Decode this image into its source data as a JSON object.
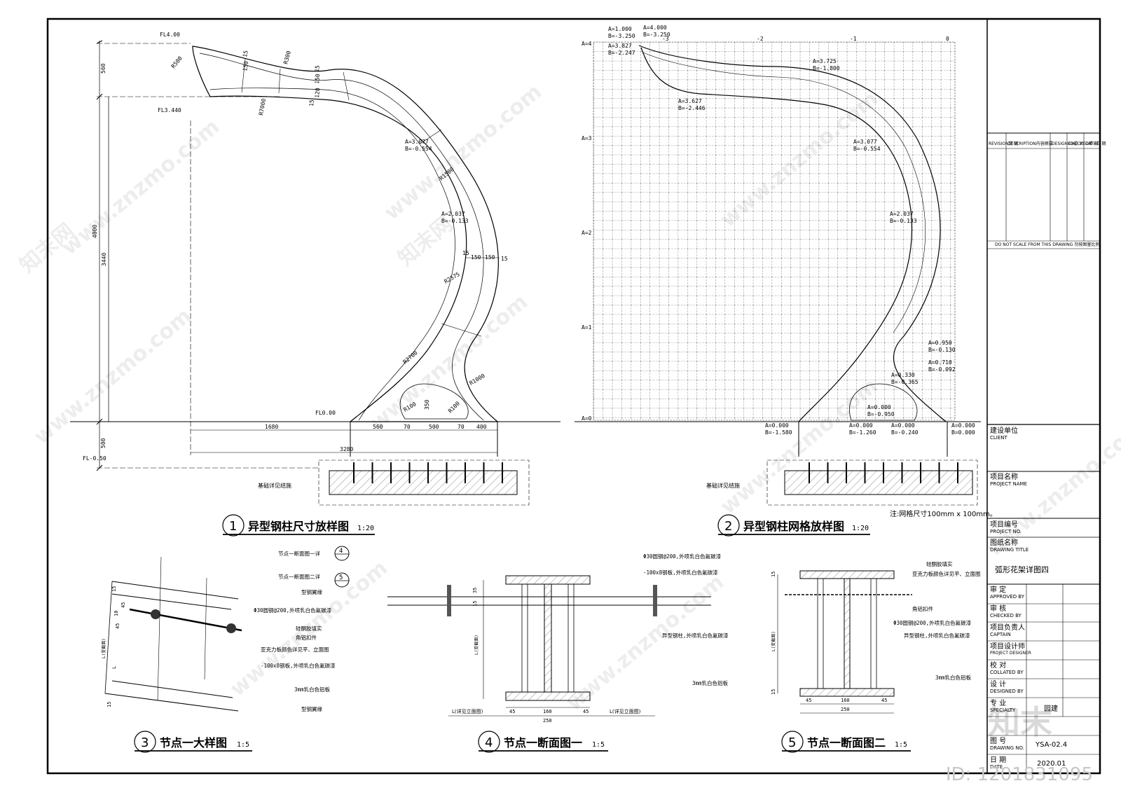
{
  "views": {
    "v1": {
      "no": "1",
      "title": "异型钢柱尺寸放样图",
      "scale": "1:20"
    },
    "v2": {
      "no": "2",
      "title": "异型钢柱网格放样图",
      "scale": "1:20"
    },
    "v3": {
      "no": "3",
      "title": "节点一大样图",
      "scale": "1:5"
    },
    "v4": {
      "no": "4",
      "title": "节点一断面图一",
      "scale": "1:5"
    },
    "v5": {
      "no": "5",
      "title": "节点一断面图二",
      "scale": "1:5"
    }
  },
  "grid_note": "注:网格尺寸100mm x 100mm。",
  "v1": {
    "fl_top": "FL4.00",
    "fl_mid": "FL3.440",
    "fl_ground": "FL0.00",
    "fl_base": "FL-0.50",
    "dim_560": "560",
    "dim_4000": "4000",
    "dim_3440": "3440",
    "dim_500": "500",
    "r500": "R500",
    "r300": "R300",
    "r7000": "R7000",
    "r1500": "R1500",
    "r2575": "R2575",
    "r2700": "R2700",
    "r1000": "R1000",
    "r100a": "R100",
    "r100b": "R100",
    "d150a": "150",
    "d15a": "15",
    "d150b": "150",
    "d15b": "15",
    "d120": "120",
    "d15c": "15",
    "d15d": "15",
    "d150c": "150",
    "d150d": "150",
    "d15e": "15",
    "d350": "350",
    "pt1_a": "A=3.077",
    "pt1_b": "B=-0.554",
    "pt2_a": "A=2.037",
    "pt2_b": "B=-0.133",
    "b1680": "1680",
    "b560": "560",
    "b70a": "70",
    "b500": "500",
    "b70b": "70",
    "b400": "400",
    "b3280": "3280",
    "foundation": "基础详见结施"
  },
  "v2": {
    "a4": "A=4",
    "a3": "A=3",
    "a2": "A=2",
    "a1": "A=1",
    "a0": "A=0",
    "b_3": "-3",
    "b_2": "-2",
    "b_1": "-1",
    "b0": "0",
    "p1a": "A=1.000",
    "p1b": "B=-3.250",
    "p2a": "A=4.000",
    "p2b": "B=-3.250",
    "p3a": "A=3.827",
    "p3b": "B=-2.247",
    "p4a": "A=3.725",
    "p4b": "B=-1.800",
    "p5a": "A=3.627",
    "p5b": "B=-2.446",
    "p6a": "A=3.077",
    "p6b": "B=-0.554",
    "p7a": "A=2.037",
    "p7b": "B=-0.133",
    "p8a": "A=0.950",
    "p8b": "B=-0.130",
    "p9a": "A=0.710",
    "p9b": "B=-0.092",
    "p10a": "A=0.330",
    "p10b": "B=-0.365",
    "p11a": "A=0.000",
    "p11b": "B=-0.950",
    "q1a": "A=0.000",
    "q1b": "B=-1.580",
    "q2a": "A=0.000",
    "q2b": "B=-1.260",
    "q3a": "A=0.000",
    "q3b": "B=-0.240",
    "q4a": "A=0.000",
    "q4b": "B=0.000",
    "foundation": "基础详见结施"
  },
  "v3": {
    "l1": "节点一断面图一详",
    "l1n": "4",
    "l2": "节点一断面图二详",
    "l2n": "5",
    "l3": "型钢翼缘",
    "l4": "Φ30圆钢@200,外喷乳白色氟碳漆",
    "l5": "硅酮胶填实",
    "l6": "角铝扣件",
    "l7": "亚克力板颜色详见平、立面图",
    "l8": "-100x8钢板,外喷乳白色氟碳漆",
    "l9": "3mm乳白色铝板",
    "l10": "型钢翼缘",
    "d45": "45",
    "d10": "10",
    "d45b": "45",
    "dL": "L",
    "dL2": "L(变截面)",
    "d15": "15",
    "d15b": "15"
  },
  "v4": {
    "l1": "Φ30圆钢@200,外喷乳白色氟碳漆",
    "l2": "-100x8钢板,外喷乳白色氟碳漆",
    "l3": "异型钢柱,外喷乳白色氟碳漆",
    "l4": "3mm乳白色铝板",
    "d35": "35",
    "d15": "15",
    "dL": "L(变截面)",
    "b1": "L(详见立面图)",
    "b45a": "45",
    "b160": "160",
    "b45b": "45",
    "b2": "L(详见立面图)",
    "b250": "250"
  },
  "v5": {
    "l1": "硅酮胶填实",
    "l2": "亚克力板颜色详见平、立面图",
    "l3": "角铝扣件",
    "l4": "Φ30圆钢@200,外喷乳白色氟碳漆",
    "l5": "异型钢柱,外喷乳白色氟碳漆",
    "l6": "3mm乳白色铝板",
    "d15": "15",
    "dL": "L(变截面)",
    "d15b": "15",
    "b45a": "45",
    "b160": "160",
    "b45b": "45",
    "b250": "250"
  },
  "title_block": {
    "rev_zh": "变 更",
    "rev_en": "REVISION",
    "desc_zh": "内容摘要",
    "desc_en": "DESCRIPTION",
    "des_zh": "设 计",
    "des_en": "DESIGNED",
    "chk_zh": "审 核",
    "chk_en": "CHECKED",
    "date_zh": "日 期",
    "date_en": "DATE",
    "dont_scale": "DO NOT SCALE FROM THIS DRAWING  勿按图量比例",
    "client_zh": "建设单位",
    "client_en": "CLIENT",
    "proj_zh": "项目名称",
    "proj_en": "PROJECT NAME",
    "pno_zh": "项目编号",
    "pno_en": "PROJECT NO.",
    "dt_zh": "图纸名称",
    "dt_en": "DRAWING TITLE",
    "dt_value": "弧形花架详图四",
    "appr_zh": "审 定",
    "appr_en": "APPROVED BY",
    "chkb_zh": "审 核",
    "chkb_en": "CHECKED BY",
    "cap_zh": "项目负责人",
    "cap_en": "CAPTAIN",
    "pd_zh": "项目设计师",
    "pd_en": "PROJECT DESIGNER",
    "col_zh": "校 对",
    "col_en": "COLLATED BY",
    "dsb_zh": "设 计",
    "dsb_en": "DESIGNED BY",
    "spec_zh": "专 业",
    "spec_en": "SPECIALTY",
    "spec_value": "园建",
    "dno_zh": "图 号",
    "dno_en": "DRAWING NO.",
    "dno_value": "YSA-02.4",
    "date2_zh": "日 期",
    "date2_en": "DATE",
    "date2_value": "2020.01"
  },
  "watermark": "www.znzmo.com",
  "watermark_cn": "知末网",
  "logo_text": "知末",
  "image_id": "ID: 1201831095"
}
